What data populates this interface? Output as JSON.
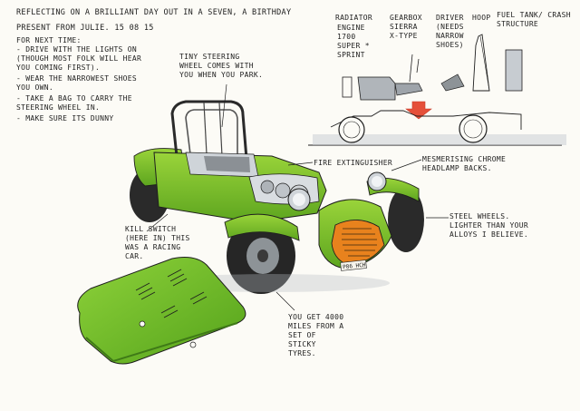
{
  "title": "Reflecting on a brilliant day out in a Seven, a birthday",
  "subtitle": "present from Julie. 15 08 15",
  "next_time": {
    "heading": "For next time:",
    "items": [
      "- Drive with the lights on (though most folk will hear you coming first).",
      "- Wear the narrowest shoes you own.",
      "- Take a bag to carry the steering wheel in.",
      "- Make sure its dunny"
    ]
  },
  "diagram": {
    "radiator": "Radiator",
    "engine": "Engine 1700 Super * Sprint",
    "gearbox": "Gearbox Sierra X-type",
    "driver": "Driver (needs narrow shoes)",
    "hoop": "Hoop",
    "fuel": "Fuel tank/ crash structure"
  },
  "annotations": {
    "steering": "Tiny steering wheel comes with you when you park.",
    "extinguisher": "Fire extinguisher",
    "headlamp": "Mesmerising chrome headlamp backs.",
    "kill_switch": "Kill switch (here in) this was a racing car.",
    "steel_wheels": "Steel wheels. Lighter than your alloys I believe.",
    "mpg": "You get 4000 miles from a set of sticky tyres."
  },
  "plate": "P86 HCH",
  "colors": {
    "paper": "#fcfbf6",
    "car_green": "#7cc62a",
    "car_green_dark": "#3f7a17",
    "orange": "#e8821d",
    "ink": "#1e1e1e",
    "arrow_red": "#e5503a",
    "wash_grey": "#b7bcc2"
  }
}
